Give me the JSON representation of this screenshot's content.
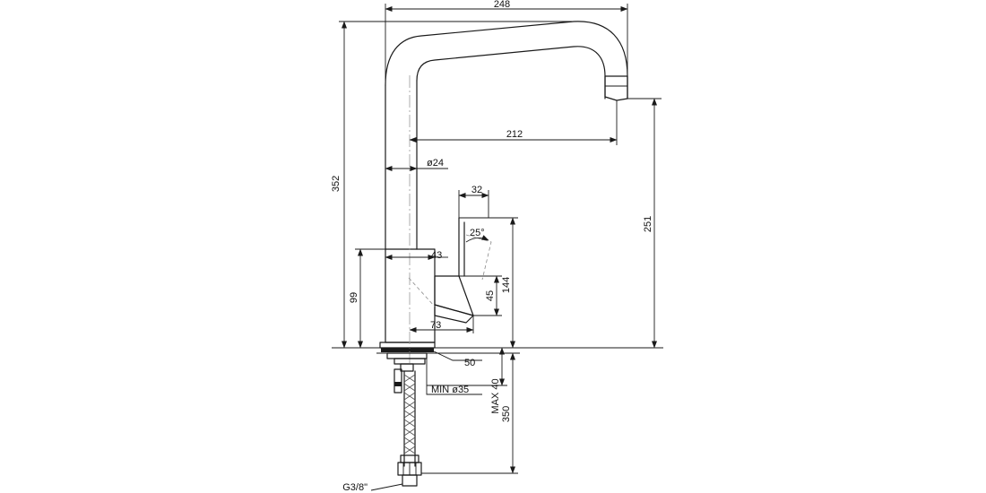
{
  "drawing": {
    "labels": {
      "width_overall": "248",
      "height_overall": "352",
      "spout_reach": "212",
      "spout_height": "251",
      "tube_diameter": "ø24",
      "lever_width": "32",
      "lever_angle": "25°",
      "body_depth": "43",
      "body_height": "99",
      "handle_reach": "73",
      "handle_travel": "45",
      "body_total": "144",
      "base_diameter": "50",
      "hole_diameter": "MIN ø35",
      "deck_thickness": "MAX 40",
      "hose_length": "350",
      "connection_thread": "G3/8\""
    }
  }
}
